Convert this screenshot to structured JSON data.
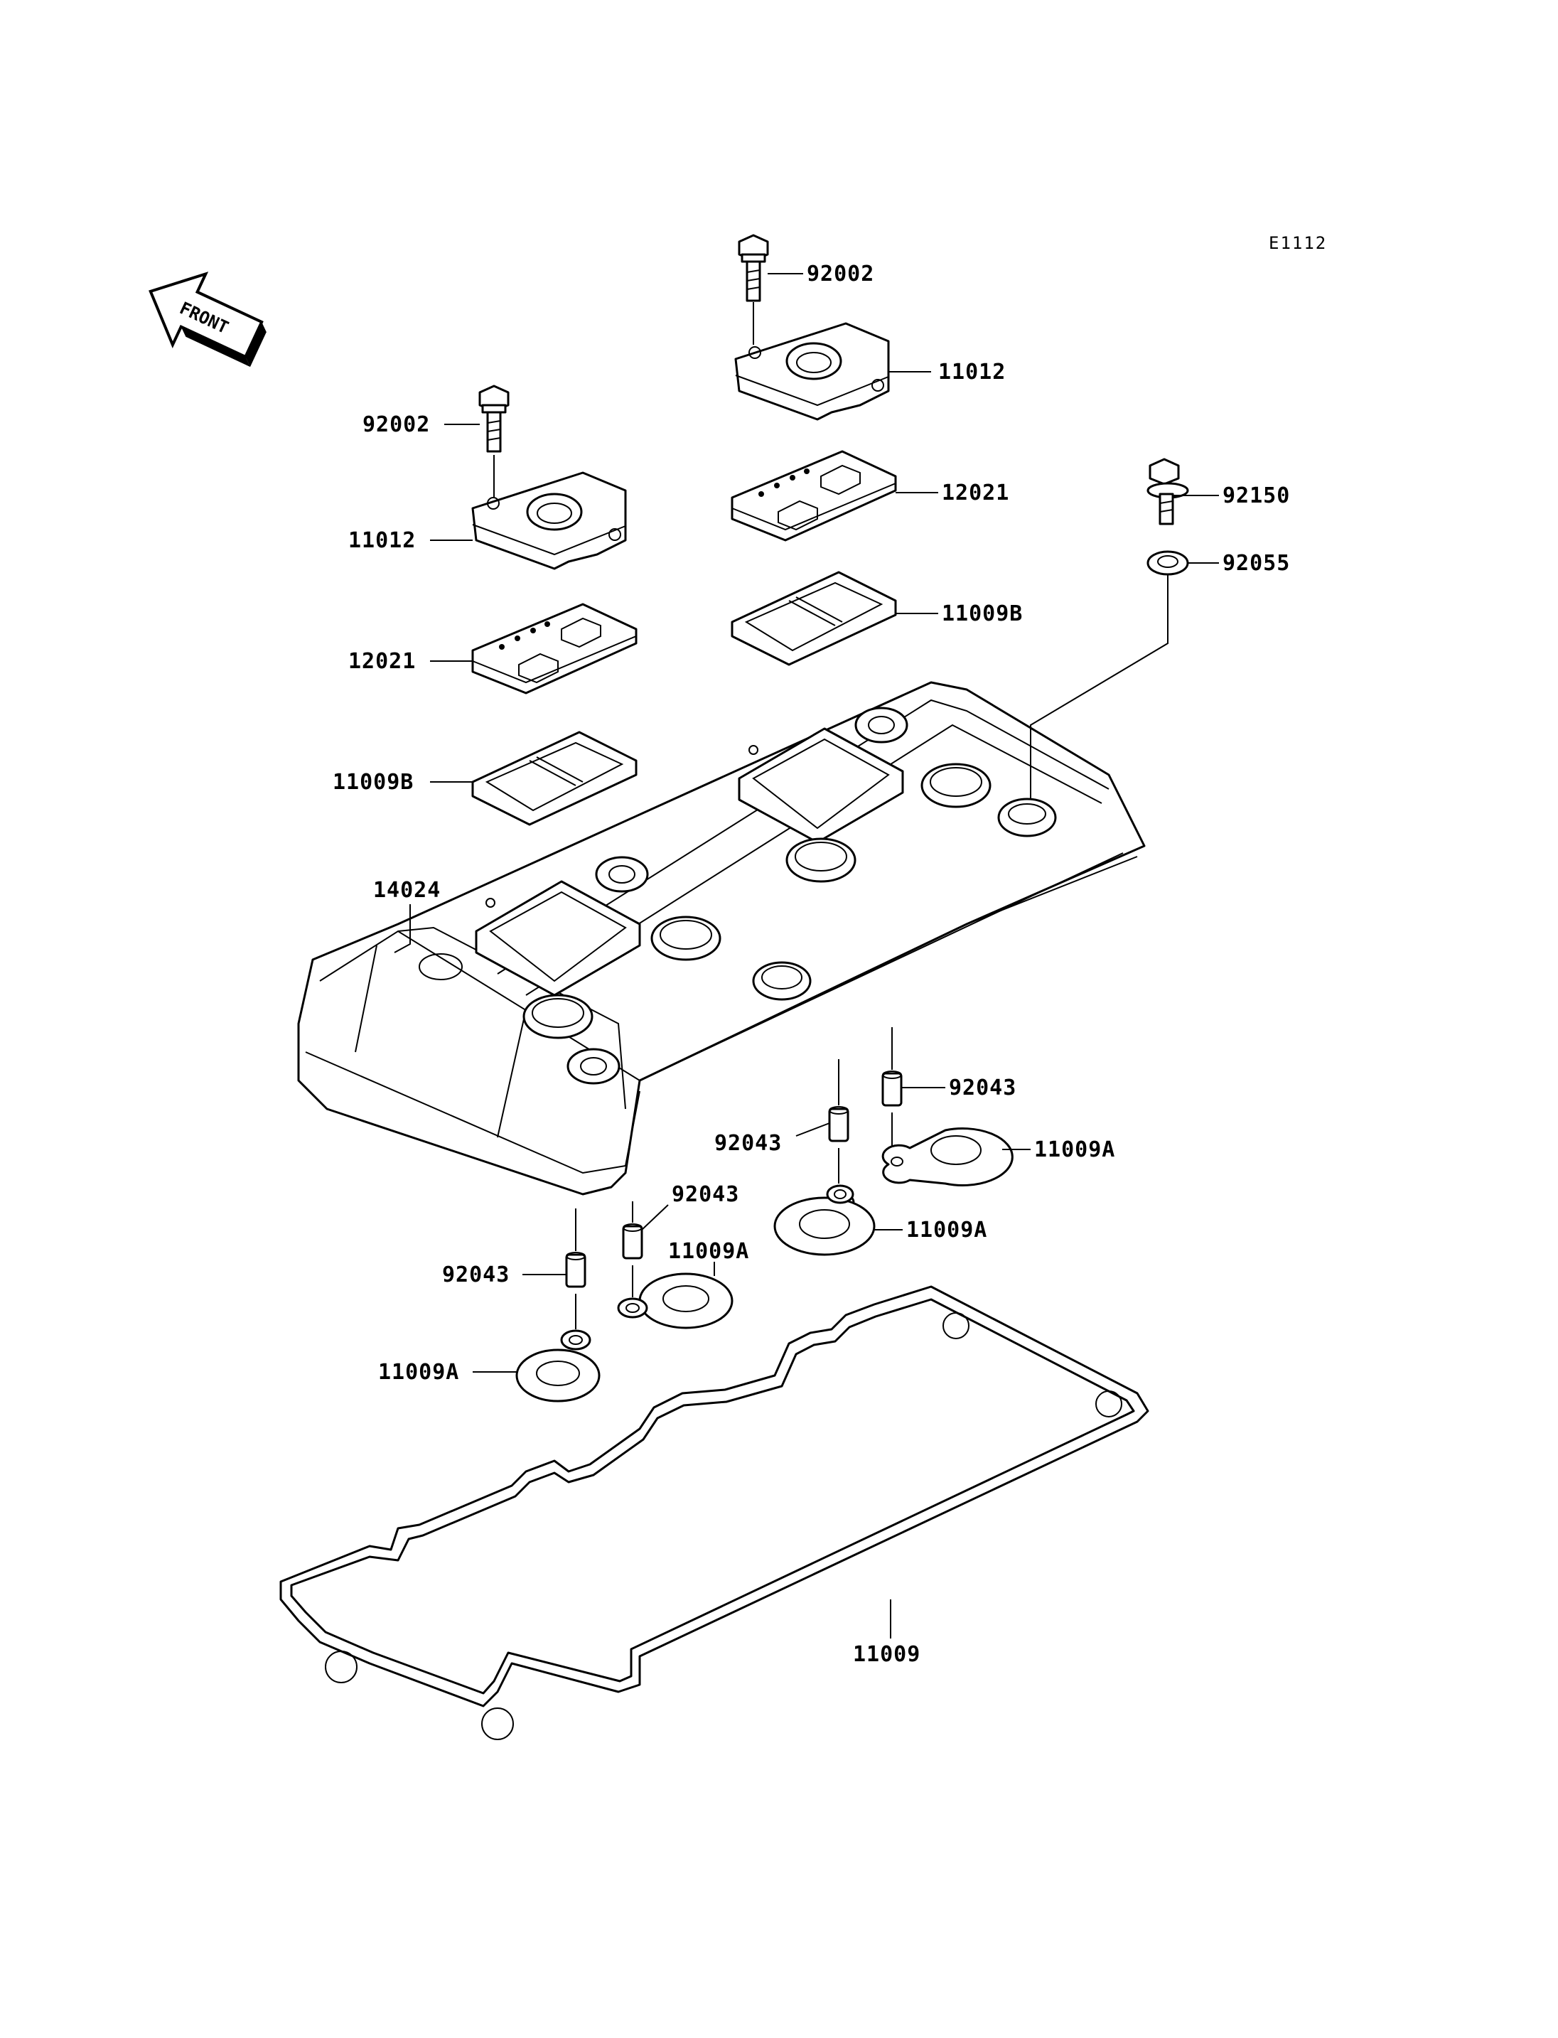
{
  "diagram_code": "E1112",
  "front_indicator": "FRONT",
  "labels": {
    "p92002_a": "92002",
    "p11012_a": "11012",
    "p12021_a": "12021",
    "p11009b_a": "11009B",
    "p92002_b": "92002",
    "p11012_b": "11012",
    "p12021_b": "12021",
    "p11009b_b": "11009B",
    "p92150": "92150",
    "p92055": "92055",
    "p14024": "14024",
    "p92043_a": "92043",
    "p11009a_a": "11009A",
    "p92043_b": "92043",
    "p11009a_b": "11009A",
    "p92043_c": "92043",
    "p11009a_c": "11009A",
    "p92043_d": "92043",
    "p11009a_d": "11009A",
    "p11009": "11009"
  }
}
